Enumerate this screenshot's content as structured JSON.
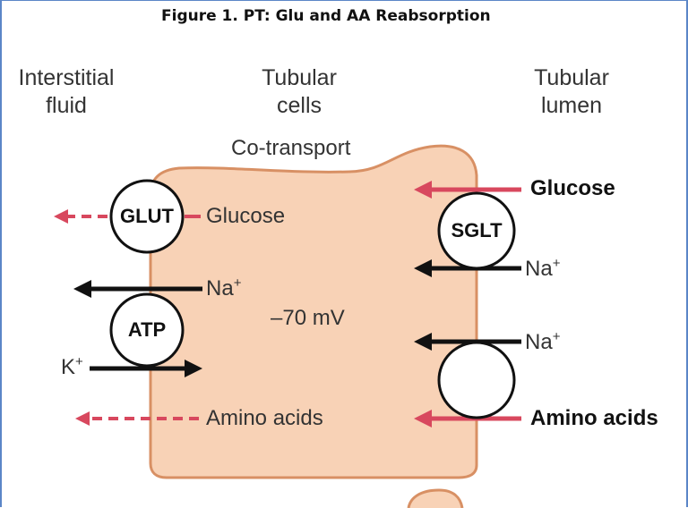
{
  "title": "Figure 1. PT: Glu and AA Reabsorption",
  "columns": {
    "left": [
      "Interstitial",
      "fluid"
    ],
    "middle": [
      "Tubular",
      "cells"
    ],
    "right": [
      "Tubular",
      "lumen"
    ]
  },
  "cotransport": "Co-transport",
  "membrane_potential": "–70 mV",
  "transporters": {
    "glut": "GLUT",
    "atp": "ATP",
    "sglt": "SGLT"
  },
  "basolateral": {
    "glucose": "Glucose",
    "na": "Na",
    "na_sup": "+",
    "k": "K",
    "k_sup": "+",
    "amino": "Amino acids"
  },
  "apical": {
    "glucose": "Glucose",
    "na1": "Na",
    "na1_sup": "+",
    "na2": "Na",
    "na2_sup": "+",
    "amino": "Amino acids"
  },
  "colors": {
    "cell_fill": "#f8d2b6",
    "cell_stroke": "#d89064",
    "red_arrow": "#d8485e",
    "black": "#111111",
    "frame": "#5b86c7"
  }
}
